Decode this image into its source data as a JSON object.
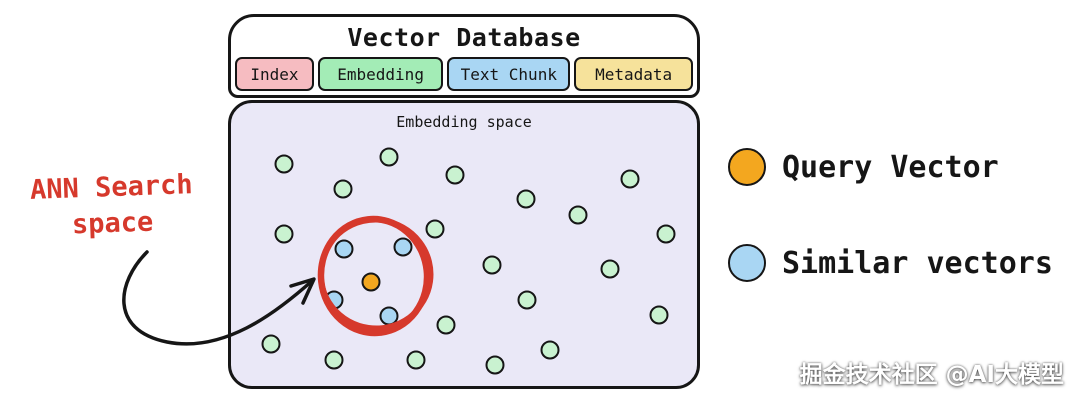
{
  "database": {
    "title": "Vector Database",
    "columns": [
      {
        "label": "Index",
        "color": "#f6bcc1"
      },
      {
        "label": "Embedding",
        "color": "#a3ecb6"
      },
      {
        "label": "Text Chunk",
        "color": "#a9d6f3"
      },
      {
        "label": "Metadata",
        "color": "#f6e29b"
      }
    ]
  },
  "embedding_space": {
    "label": "Embedding space",
    "background": "#eae8f7",
    "outline_color": "#161616",
    "green_dot_color": "#c9f2d0",
    "blue_dot_color": "#a9d6f3",
    "query_dot_color": "#f3a71f",
    "ann_circle_color": "#d6392c",
    "green_dots": [
      [
        53,
        61
      ],
      [
        158,
        54
      ],
      [
        224,
        72
      ],
      [
        112,
        86
      ],
      [
        295,
        96
      ],
      [
        399,
        76
      ],
      [
        347,
        112
      ],
      [
        53,
        131
      ],
      [
        204,
        126
      ],
      [
        435,
        131
      ],
      [
        261,
        162
      ],
      [
        379,
        166
      ],
      [
        296,
        197
      ],
      [
        428,
        212
      ],
      [
        40,
        241
      ],
      [
        103,
        257
      ],
      [
        185,
        257
      ],
      [
        215,
        222
      ],
      [
        264,
        262
      ],
      [
        319,
        247
      ]
    ],
    "blue_dots": [
      [
        113,
        146
      ],
      [
        172,
        144
      ],
      [
        103,
        197
      ],
      [
        158,
        213
      ]
    ],
    "query_dot": [
      140,
      179
    ]
  },
  "annotation": {
    "line1": "ANN Search",
    "line2": "space",
    "color": "#d6392c"
  },
  "legend": {
    "items": [
      {
        "label": "Query Vector",
        "color": "#f3a71f"
      },
      {
        "label": "Similar vectors",
        "color": "#a9d6f3"
      }
    ]
  },
  "watermark": "掘金技术社区 @AI大模型"
}
